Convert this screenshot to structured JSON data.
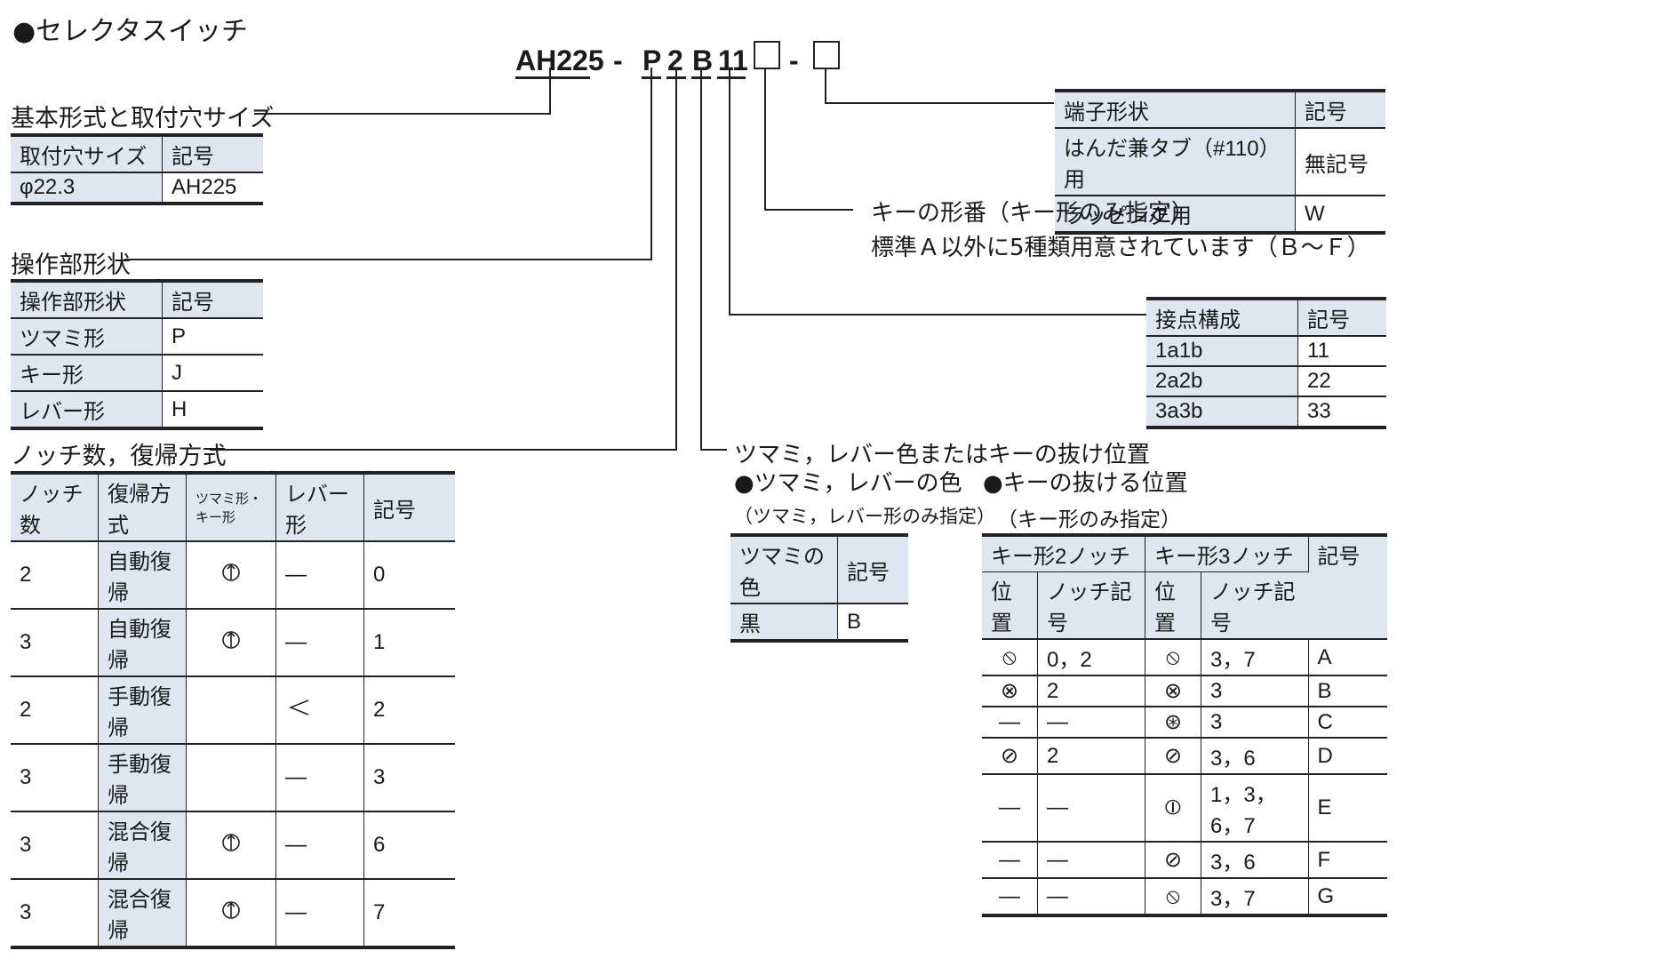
{
  "title": "●セレクタスイッチ",
  "model_code": {
    "base": "AH225",
    "sep1": "-",
    "c1": "P",
    "c2": "2",
    "c3": "B",
    "c4": "11",
    "sep2": "-"
  },
  "sections": {
    "base": {
      "label": "基本形式と取付穴サイズ",
      "headers": [
        "取付穴サイズ",
        "記号"
      ],
      "rows": [
        [
          "φ22.3",
          "AH225"
        ]
      ]
    },
    "operator": {
      "label": "操作部形状",
      "headers": [
        "操作部形状",
        "記号"
      ],
      "rows": [
        [
          "ツマミ形",
          "P"
        ],
        [
          "キー形",
          "J"
        ],
        [
          "レバー形",
          "H"
        ]
      ]
    },
    "notch": {
      "label": "ノッチ数，復帰方式",
      "headers": [
        "ノッチ数",
        "復帰方式",
        "ツマミ形・キー形",
        "レバー形",
        "記号"
      ],
      "rows": [
        {
          "notches": "2",
          "return": "自動復帰",
          "knob_icon": "knob-auto-2-icon",
          "lever": "—",
          "code": "0"
        },
        {
          "notches": "3",
          "return": "自動復帰",
          "knob_icon": "knob-auto-3-icon",
          "lever": "—",
          "code": "1"
        },
        {
          "notches": "2",
          "return": "手動復帰",
          "knob_icon": "",
          "lever": "lever-2-icon",
          "code": "2"
        },
        {
          "notches": "3",
          "return": "手動復帰",
          "knob_icon": "",
          "lever": "—",
          "code": "3"
        },
        {
          "notches": "3",
          "return": "混合復帰",
          "knob_icon": "knob-mixed-icon",
          "lever": "—",
          "code": "6"
        },
        {
          "notches": "3",
          "return": "混合復帰",
          "knob_icon": "knob-mixed-icon",
          "lever": "—",
          "code": "7"
        }
      ]
    },
    "terminal": {
      "headers": [
        "端子形状",
        "記号"
      ],
      "rows": [
        [
          "はんだ兼タブ（#110）用",
          "無記号"
        ],
        [
          "ラッピング用",
          "W"
        ]
      ]
    },
    "key_type": {
      "line1": "キーの形番（キー形のみ指定）",
      "line2": "標準Ａ以外に5種類用意されています（Ｂ～Ｆ）"
    },
    "contacts": {
      "headers": [
        "接点構成",
        "記号"
      ],
      "rows": [
        [
          "1a1b",
          "11"
        ],
        [
          "2a2b",
          "22"
        ],
        [
          "3a3b",
          "33"
        ]
      ]
    },
    "color": {
      "label": "ツマミ，レバー色またはキーの抜け位置",
      "knob_title": "●ツマミ，レバーの色",
      "knob_note": "（ツマミ，レバー形のみ指定）",
      "knob_headers": [
        "ツマミの色",
        "記号"
      ],
      "knob_rows": [
        [
          "黒",
          "B"
        ]
      ],
      "key_title": "●キーの抜ける位置",
      "key_note": "（キー形のみ指定）",
      "key_headers": [
        "キー形2ノッチ",
        "キー形3ノッチ",
        "記号"
      ],
      "key_subheaders": [
        "位置",
        "ノッチ記号",
        "位置",
        "ノッチ記号"
      ],
      "key_rows": [
        {
          "pos2": "⦸",
          "n2": "0，2",
          "pos3": "⦸",
          "n3": "3，7",
          "code": "A"
        },
        {
          "pos2": "⊗",
          "n2": "2",
          "pos3": "⊗",
          "n3": "3",
          "code": "B"
        },
        {
          "pos2": "—",
          "n2": "—",
          "pos3": "⊛",
          "n3": "3",
          "code": "C"
        },
        {
          "pos2": "⊘",
          "n2": "2",
          "pos3": "⊘",
          "n3": "3，6",
          "code": "D"
        },
        {
          "pos2": "—",
          "n2": "—",
          "pos3": "⦶",
          "n3": "1，3，6，7",
          "code": "E"
        },
        {
          "pos2": "—",
          "n2": "—",
          "pos3": "⊘",
          "n3": "3，6",
          "code": "F"
        },
        {
          "pos2": "—",
          "n2": "—",
          "pos3": "⦸",
          "n3": "3，7",
          "code": "G"
        }
      ]
    }
  }
}
